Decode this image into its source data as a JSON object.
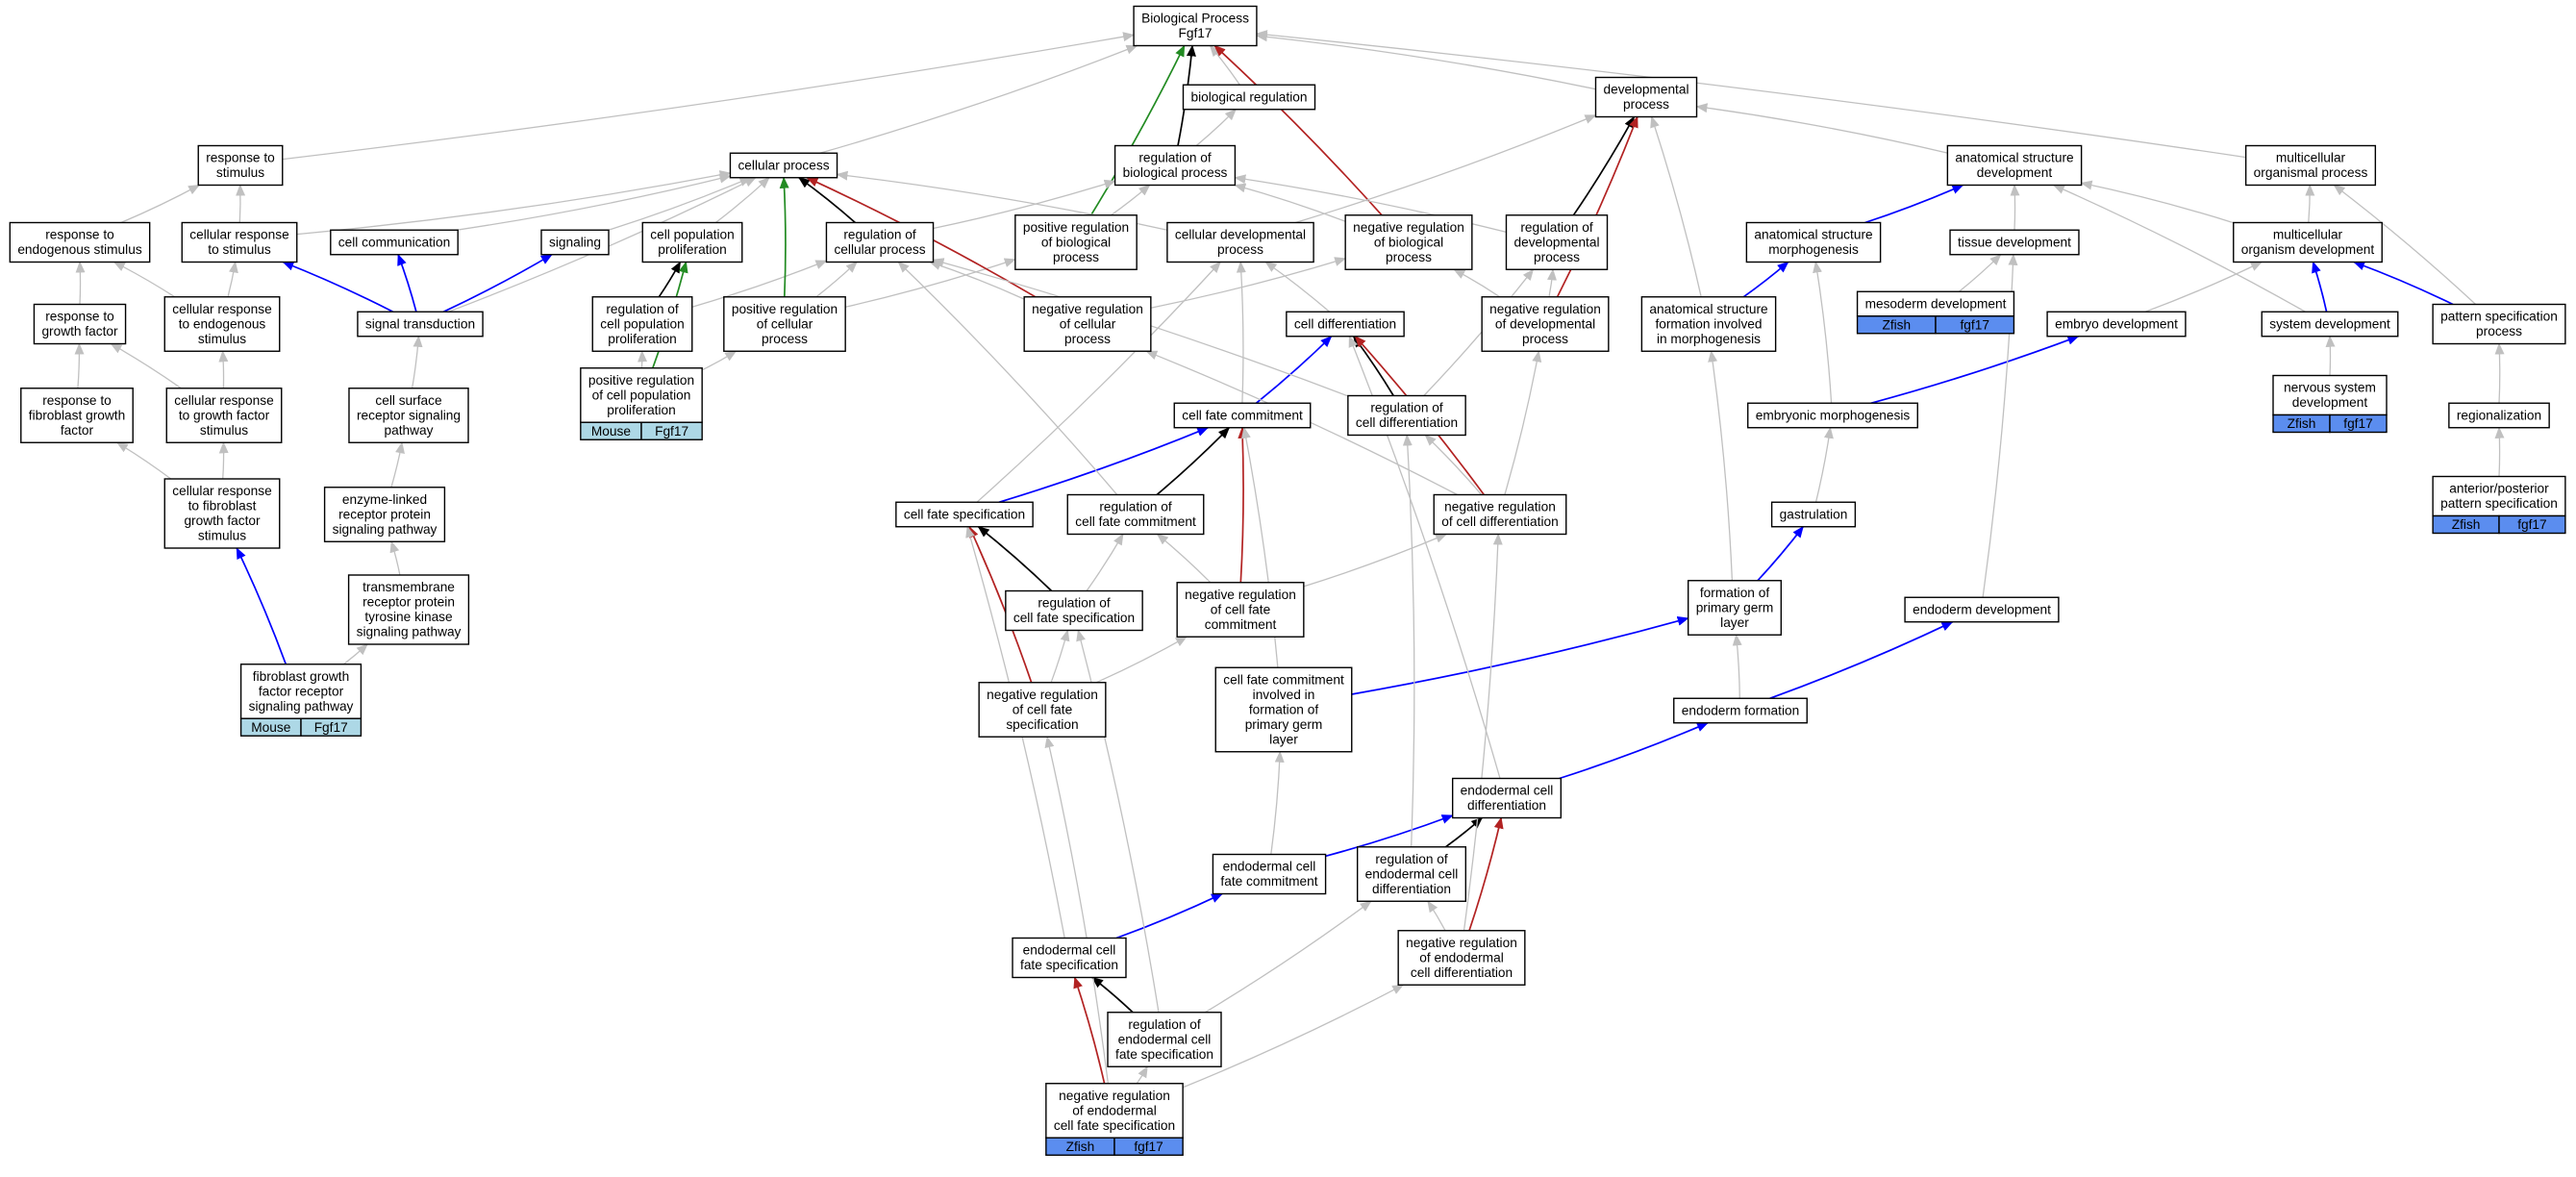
{
  "colors": {
    "is_a": "#c0c0c0",
    "part_of": "#0000ff",
    "regulates": "#000000",
    "negatively_regulates": "#b22222",
    "positively_regulates": "#228b22",
    "badge_mouse": "#add8e6",
    "badge_zfish": "#5b8def"
  },
  "nodes": [
    {
      "id": "bp",
      "lines": [
        "Biological Process",
        "Fgf17"
      ]
    },
    {
      "id": "breg",
      "lines": [
        "biological regulation"
      ]
    },
    {
      "id": "dev",
      "lines": [
        "developmental",
        "process"
      ]
    },
    {
      "id": "rts",
      "lines": [
        "response to",
        "stimulus"
      ]
    },
    {
      "id": "cp",
      "lines": [
        "cellular process"
      ]
    },
    {
      "id": "rbp",
      "lines": [
        "regulation of",
        "biological process"
      ]
    },
    {
      "id": "asd",
      "lines": [
        "anatomical structure",
        "development"
      ]
    },
    {
      "id": "mop",
      "lines": [
        "multicellular",
        "organismal process"
      ]
    },
    {
      "id": "rtes",
      "lines": [
        "response to",
        "endogenous stimulus"
      ]
    },
    {
      "id": "crs",
      "lines": [
        "cellular response",
        "to stimulus"
      ]
    },
    {
      "id": "cc",
      "lines": [
        "cell communication"
      ]
    },
    {
      "id": "sig",
      "lines": [
        "signaling"
      ]
    },
    {
      "id": "cpp",
      "lines": [
        "cell population",
        "proliferation"
      ]
    },
    {
      "id": "rcp",
      "lines": [
        "regulation of",
        "cellular process"
      ]
    },
    {
      "id": "prbp",
      "lines": [
        "positive regulation",
        "of biological",
        "process"
      ]
    },
    {
      "id": "cdp",
      "lines": [
        "cellular developmental",
        "process"
      ]
    },
    {
      "id": "nrbp",
      "lines": [
        "negative regulation",
        "of biological",
        "process"
      ]
    },
    {
      "id": "rdp",
      "lines": [
        "regulation of",
        "developmental",
        "process"
      ]
    },
    {
      "id": "asm",
      "lines": [
        "anatomical structure",
        "morphogenesis"
      ]
    },
    {
      "id": "td",
      "lines": [
        "tissue development"
      ]
    },
    {
      "id": "mod",
      "lines": [
        "multicellular",
        "organism development"
      ]
    },
    {
      "id": "rtgf",
      "lines": [
        "response to",
        "growth factor"
      ]
    },
    {
      "id": "cres",
      "lines": [
        "cellular response",
        "to endogenous",
        "stimulus"
      ]
    },
    {
      "id": "st",
      "lines": [
        "signal transduction"
      ]
    },
    {
      "id": "rcpp",
      "lines": [
        "regulation of",
        "cell population",
        "proliferation"
      ]
    },
    {
      "id": "prcp",
      "lines": [
        "positive regulation",
        "of cellular",
        "process"
      ]
    },
    {
      "id": "nrcp",
      "lines": [
        "negative regulation",
        "of cellular",
        "process"
      ]
    },
    {
      "id": "cd",
      "lines": [
        "cell differentiation"
      ]
    },
    {
      "id": "nrdp",
      "lines": [
        "negative regulation",
        "of developmental",
        "process"
      ]
    },
    {
      "id": "asfm",
      "lines": [
        "anatomical structure",
        "formation involved",
        "in morphogenesis"
      ]
    },
    {
      "id": "md",
      "lines": [
        "mesoderm development"
      ],
      "badge": {
        "species": "Zfish",
        "gene": "fgf17"
      }
    },
    {
      "id": "ed",
      "lines": [
        "embryo development"
      ]
    },
    {
      "id": "sd",
      "lines": [
        "system development"
      ]
    },
    {
      "id": "psp",
      "lines": [
        "pattern specification",
        "process"
      ]
    },
    {
      "id": "rtfgf",
      "lines": [
        "response to",
        "fibroblast growth",
        "factor"
      ]
    },
    {
      "id": "crgfs",
      "lines": [
        "cellular response",
        "to growth factor",
        "stimulus"
      ]
    },
    {
      "id": "csrsp",
      "lines": [
        "cell surface",
        "receptor signaling",
        "pathway"
      ]
    },
    {
      "id": "prcpp",
      "lines": [
        "positive regulation",
        "of cell population",
        "proliferation"
      ],
      "badge": {
        "species": "Mouse",
        "gene": "Fgf17"
      }
    },
    {
      "id": "cfc",
      "lines": [
        "cell fate commitment"
      ]
    },
    {
      "id": "rcd",
      "lines": [
        "regulation of",
        "cell differentiation"
      ]
    },
    {
      "id": "em",
      "lines": [
        "embryonic morphogenesis"
      ]
    },
    {
      "id": "nsd",
      "lines": [
        "nervous system",
        "development"
      ],
      "badge": {
        "species": "Zfish",
        "gene": "fgf17"
      }
    },
    {
      "id": "reg",
      "lines": [
        "regionalization"
      ]
    },
    {
      "id": "crfgf",
      "lines": [
        "cellular response",
        "to fibroblast",
        "growth factor",
        "stimulus"
      ]
    },
    {
      "id": "elrp",
      "lines": [
        "enzyme-linked",
        "receptor protein",
        "signaling pathway"
      ]
    },
    {
      "id": "cfs",
      "lines": [
        "cell fate specification"
      ]
    },
    {
      "id": "rcfc",
      "lines": [
        "regulation of",
        "cell fate commitment"
      ]
    },
    {
      "id": "nrcd",
      "lines": [
        "negative regulation",
        "of cell differentiation"
      ]
    },
    {
      "id": "gast",
      "lines": [
        "gastrulation"
      ]
    },
    {
      "id": "apsp",
      "lines": [
        "anterior/posterior",
        "pattern specification"
      ],
      "badge": {
        "species": "Zfish",
        "gene": "fgf17"
      }
    },
    {
      "id": "tmrtk",
      "lines": [
        "transmembrane",
        "receptor protein",
        "tyrosine kinase",
        "signaling pathway"
      ]
    },
    {
      "id": "rcfs",
      "lines": [
        "regulation of",
        "cell fate specification"
      ]
    },
    {
      "id": "nrcfc",
      "lines": [
        "negative regulation",
        "of cell fate",
        "commitment"
      ]
    },
    {
      "id": "fpgl",
      "lines": [
        "formation of",
        "primary germ",
        "layer"
      ]
    },
    {
      "id": "endd",
      "lines": [
        "endoderm development"
      ]
    },
    {
      "id": "fgfrsp",
      "lines": [
        "fibroblast growth",
        "factor receptor",
        "signaling pathway"
      ],
      "badge": {
        "species": "Mouse",
        "gene": "Fgf17"
      }
    },
    {
      "id": "nrcfs",
      "lines": [
        "negative regulation",
        "of cell fate",
        "specification"
      ]
    },
    {
      "id": "cfcfpgl",
      "lines": [
        "cell fate commitment",
        "involved in",
        "formation of",
        "primary germ",
        "layer"
      ]
    },
    {
      "id": "endf",
      "lines": [
        "endoderm formation"
      ]
    },
    {
      "id": "ecd",
      "lines": [
        "endodermal cell",
        "differentiation"
      ]
    },
    {
      "id": "ecfc",
      "lines": [
        "endodermal cell",
        "fate commitment"
      ]
    },
    {
      "id": "recd",
      "lines": [
        "regulation of",
        "endodermal cell",
        "differentiation"
      ]
    },
    {
      "id": "ecfs",
      "lines": [
        "endodermal cell",
        "fate specification"
      ]
    },
    {
      "id": "nrecd",
      "lines": [
        "negative regulation",
        "of endodermal",
        "cell differentiation"
      ]
    },
    {
      "id": "recfs",
      "lines": [
        "regulation of",
        "endodermal cell",
        "fate specification"
      ]
    },
    {
      "id": "nrecfs",
      "lines": [
        "negative regulation",
        "of endodermal",
        "cell fate specification"
      ],
      "badge": {
        "species": "Zfish",
        "gene": "fgf17"
      }
    }
  ],
  "edges": [
    {
      "from": "breg",
      "to": "bp",
      "type": "is_a"
    },
    {
      "from": "dev",
      "to": "bp",
      "type": "is_a"
    },
    {
      "from": "rts",
      "to": "bp",
      "type": "is_a"
    },
    {
      "from": "cp",
      "to": "bp",
      "type": "is_a"
    },
    {
      "from": "mop",
      "to": "bp",
      "type": "is_a"
    },
    {
      "from": "rbp",
      "to": "breg",
      "type": "is_a"
    },
    {
      "from": "rbp",
      "to": "bp",
      "type": "regulates"
    },
    {
      "from": "prbp",
      "to": "bp",
      "type": "positively_regulates"
    },
    {
      "from": "prbp",
      "to": "rbp",
      "type": "is_a"
    },
    {
      "from": "nrbp",
      "to": "bp",
      "type": "negatively_regulates"
    },
    {
      "from": "nrbp",
      "to": "rbp",
      "type": "is_a"
    },
    {
      "from": "asd",
      "to": "dev",
      "type": "is_a"
    },
    {
      "from": "rtes",
      "to": "rts",
      "type": "is_a"
    },
    {
      "from": "crs",
      "to": "rts",
      "type": "is_a"
    },
    {
      "from": "crs",
      "to": "cp",
      "type": "is_a"
    },
    {
      "from": "cc",
      "to": "cp",
      "type": "is_a"
    },
    {
      "from": "sig",
      "to": "cp",
      "type": "is_a"
    },
    {
      "from": "cpp",
      "to": "cp",
      "type": "is_a"
    },
    {
      "from": "rcp",
      "to": "cp",
      "type": "regulates"
    },
    {
      "from": "rcp",
      "to": "rbp",
      "type": "is_a"
    },
    {
      "from": "cdp",
      "to": "cp",
      "type": "is_a"
    },
    {
      "from": "cdp",
      "to": "dev",
      "type": "is_a"
    },
    {
      "from": "rdp",
      "to": "dev",
      "type": "regulates"
    },
    {
      "from": "rdp",
      "to": "rbp",
      "type": "is_a"
    },
    {
      "from": "asm",
      "to": "asd",
      "type": "part_of"
    },
    {
      "from": "td",
      "to": "asd",
      "type": "is_a"
    },
    {
      "from": "mod",
      "to": "mop",
      "type": "is_a"
    },
    {
      "from": "mod",
      "to": "asd",
      "type": "is_a"
    },
    {
      "from": "rtgf",
      "to": "rtes",
      "type": "is_a"
    },
    {
      "from": "cres",
      "to": "rtes",
      "type": "is_a"
    },
    {
      "from": "cres",
      "to": "crs",
      "type": "is_a"
    },
    {
      "from": "st",
      "to": "crs",
      "type": "part_of"
    },
    {
      "from": "st",
      "to": "cc",
      "type": "part_of"
    },
    {
      "from": "st",
      "to": "sig",
      "type": "part_of"
    },
    {
      "from": "st",
      "to": "cp",
      "type": "is_a"
    },
    {
      "from": "rcpp",
      "to": "cpp",
      "type": "regulates"
    },
    {
      "from": "rcpp",
      "to": "rcp",
      "type": "is_a"
    },
    {
      "from": "prcp",
      "to": "cp",
      "type": "positively_regulates"
    },
    {
      "from": "prcp",
      "to": "rcp",
      "type": "is_a"
    },
    {
      "from": "prcp",
      "to": "prbp",
      "type": "is_a"
    },
    {
      "from": "nrcp",
      "to": "cp",
      "type": "negatively_regulates"
    },
    {
      "from": "nrcp",
      "to": "rcp",
      "type": "is_a"
    },
    {
      "from": "nrcp",
      "to": "nrbp",
      "type": "is_a"
    },
    {
      "from": "cd",
      "to": "cdp",
      "type": "is_a"
    },
    {
      "from": "nrdp",
      "to": "dev",
      "type": "negatively_regulates"
    },
    {
      "from": "nrdp",
      "to": "rdp",
      "type": "is_a"
    },
    {
      "from": "nrdp",
      "to": "nrbp",
      "type": "is_a"
    },
    {
      "from": "asfm",
      "to": "asm",
      "type": "part_of"
    },
    {
      "from": "asfm",
      "to": "dev",
      "type": "is_a"
    },
    {
      "from": "md",
      "to": "td",
      "type": "is_a"
    },
    {
      "from": "ed",
      "to": "mod",
      "type": "is_a"
    },
    {
      "from": "sd",
      "to": "mod",
      "type": "part_of"
    },
    {
      "from": "sd",
      "to": "asd",
      "type": "is_a"
    },
    {
      "from": "psp",
      "to": "mod",
      "type": "part_of"
    },
    {
      "from": "psp",
      "to": "mop",
      "type": "is_a"
    },
    {
      "from": "rtfgf",
      "to": "rtgf",
      "type": "is_a"
    },
    {
      "from": "crgfs",
      "to": "rtgf",
      "type": "is_a"
    },
    {
      "from": "crgfs",
      "to": "cres",
      "type": "is_a"
    },
    {
      "from": "csrsp",
      "to": "st",
      "type": "is_a"
    },
    {
      "from": "prcpp",
      "to": "cpp",
      "type": "positively_regulates"
    },
    {
      "from": "prcpp",
      "to": "rcpp",
      "type": "is_a"
    },
    {
      "from": "prcpp",
      "to": "prcp",
      "type": "is_a"
    },
    {
      "from": "cfc",
      "to": "cd",
      "type": "part_of"
    },
    {
      "from": "cfc",
      "to": "cdp",
      "type": "is_a"
    },
    {
      "from": "rcd",
      "to": "cd",
      "type": "regulates"
    },
    {
      "from": "rcd",
      "to": "rcp",
      "type": "is_a"
    },
    {
      "from": "rcd",
      "to": "rdp",
      "type": "is_a"
    },
    {
      "from": "em",
      "to": "ed",
      "type": "part_of"
    },
    {
      "from": "em",
      "to": "asm",
      "type": "is_a"
    },
    {
      "from": "nsd",
      "to": "sd",
      "type": "is_a"
    },
    {
      "from": "reg",
      "to": "psp",
      "type": "is_a"
    },
    {
      "from": "crfgf",
      "to": "rtfgf",
      "type": "is_a"
    },
    {
      "from": "crfgf",
      "to": "crgfs",
      "type": "is_a"
    },
    {
      "from": "elrp",
      "to": "csrsp",
      "type": "is_a"
    },
    {
      "from": "cfs",
      "to": "cfc",
      "type": "part_of"
    },
    {
      "from": "cfs",
      "to": "cdp",
      "type": "is_a"
    },
    {
      "from": "rcfc",
      "to": "cfc",
      "type": "regulates"
    },
    {
      "from": "rcfc",
      "to": "rcp",
      "type": "is_a"
    },
    {
      "from": "nrcd",
      "to": "cd",
      "type": "negatively_regulates"
    },
    {
      "from": "nrcd",
      "to": "rcd",
      "type": "is_a"
    },
    {
      "from": "nrcd",
      "to": "nrdp",
      "type": "is_a"
    },
    {
      "from": "nrcd",
      "to": "nrcp",
      "type": "is_a"
    },
    {
      "from": "gast",
      "to": "em",
      "type": "is_a"
    },
    {
      "from": "apsp",
      "to": "reg",
      "type": "is_a"
    },
    {
      "from": "tmrtk",
      "to": "elrp",
      "type": "is_a"
    },
    {
      "from": "rcfs",
      "to": "cfs",
      "type": "regulates"
    },
    {
      "from": "rcfs",
      "to": "rcfc",
      "type": "is_a"
    },
    {
      "from": "nrcfc",
      "to": "cfc",
      "type": "negatively_regulates"
    },
    {
      "from": "nrcfc",
      "to": "rcfc",
      "type": "is_a"
    },
    {
      "from": "nrcfc",
      "to": "nrcd",
      "type": "is_a"
    },
    {
      "from": "fpgl",
      "to": "gast",
      "type": "part_of"
    },
    {
      "from": "fpgl",
      "to": "asfm",
      "type": "is_a"
    },
    {
      "from": "endd",
      "to": "td",
      "type": "is_a"
    },
    {
      "from": "fgfrsp",
      "to": "tmrtk",
      "type": "is_a"
    },
    {
      "from": "fgfrsp",
      "to": "crfgf",
      "type": "part_of"
    },
    {
      "from": "nrcfs",
      "to": "cfs",
      "type": "negatively_regulates"
    },
    {
      "from": "nrcfs",
      "to": "rcfs",
      "type": "is_a"
    },
    {
      "from": "nrcfs",
      "to": "nrcfc",
      "type": "is_a"
    },
    {
      "from": "cfcfpgl",
      "to": "cfc",
      "type": "is_a"
    },
    {
      "from": "cfcfpgl",
      "to": "fpgl",
      "type": "part_of"
    },
    {
      "from": "endf",
      "to": "fpgl",
      "type": "is_a"
    },
    {
      "from": "endf",
      "to": "endd",
      "type": "part_of"
    },
    {
      "from": "ecd",
      "to": "endf",
      "type": "part_of"
    },
    {
      "from": "ecd",
      "to": "cd",
      "type": "is_a"
    },
    {
      "from": "ecfc",
      "to": "ecd",
      "type": "part_of"
    },
    {
      "from": "ecfc",
      "to": "cfcfpgl",
      "type": "is_a"
    },
    {
      "from": "recd",
      "to": "ecd",
      "type": "regulates"
    },
    {
      "from": "recd",
      "to": "rcd",
      "type": "is_a"
    },
    {
      "from": "ecfs",
      "to": "ecfc",
      "type": "part_of"
    },
    {
      "from": "ecfs",
      "to": "cfs",
      "type": "is_a"
    },
    {
      "from": "nrecd",
      "to": "ecd",
      "type": "negatively_regulates"
    },
    {
      "from": "nrecd",
      "to": "recd",
      "type": "is_a"
    },
    {
      "from": "nrecd",
      "to": "nrcd",
      "type": "is_a"
    },
    {
      "from": "recfs",
      "to": "ecfs",
      "type": "regulates"
    },
    {
      "from": "recfs",
      "to": "rcfs",
      "type": "is_a"
    },
    {
      "from": "recfs",
      "to": "recd",
      "type": "is_a"
    },
    {
      "from": "nrecfs",
      "to": "ecfs",
      "type": "negatively_regulates"
    },
    {
      "from": "nrecfs",
      "to": "recfs",
      "type": "is_a"
    },
    {
      "from": "nrecfs",
      "to": "nrecd",
      "type": "is_a"
    },
    {
      "from": "nrecfs",
      "to": "nrcfs",
      "type": "is_a"
    }
  ]
}
